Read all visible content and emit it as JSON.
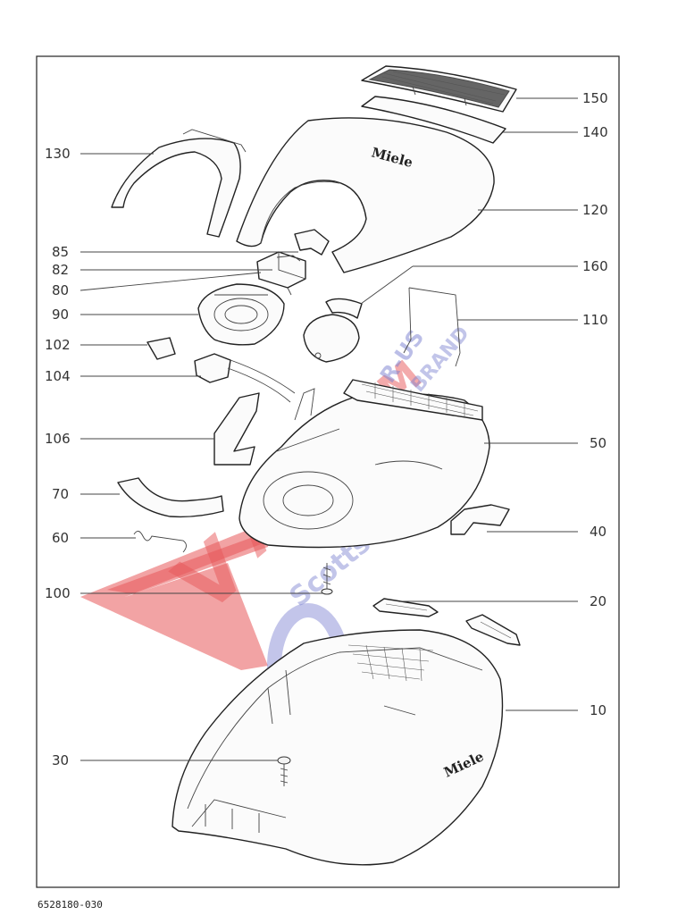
{
  "diagram": {
    "brand_text": "Miele",
    "document_number": "6528180-030",
    "part_labels": [
      "150",
      "140",
      "130",
      "120",
      "85",
      "82",
      "80",
      "160",
      "90",
      "110",
      "102",
      "104",
      "106",
      "50",
      "70",
      "40",
      "60",
      "100",
      "20",
      "10",
      "30"
    ]
  },
  "watermark": {
    "brand_letters": [
      "V",
      "A",
      "C",
      "U",
      "U",
      "M"
    ],
    "tagline_1": "R-US",
    "tagline_2": "BRAND",
    "tagline_3": "Scottsdale AZ"
  },
  "colors": {
    "watermark_red": "#e8585a",
    "watermark_blue": "#7a7fd0",
    "line": "#333333"
  }
}
